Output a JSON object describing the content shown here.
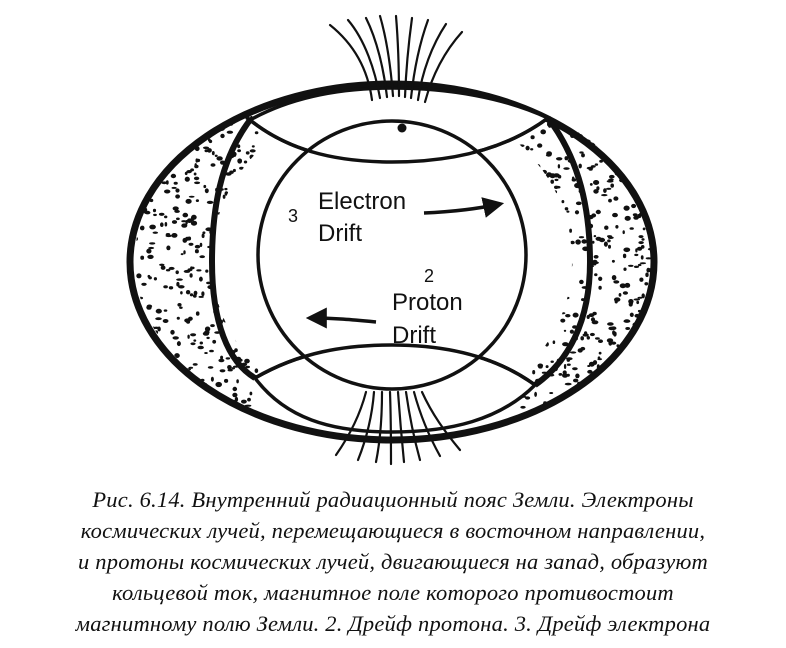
{
  "figure": {
    "label_3": "3",
    "electron_line1": "Electron",
    "electron_line2": "Drift",
    "label_2": "2",
    "proton_line1": "Proton",
    "proton_line2": "Drift"
  },
  "caption": {
    "lines": [
      "Рис. 6.14. Внутренний радиационный пояс Земли. Электроны",
      "космических лучей, перемещающиеся в восточном направлении,",
      "и протоны космических лучей, двигающиеся на запад, образуют",
      "кольцевой ток, магнитное поле которого противостоит",
      "магнитному полю Земли. 2. Дрейф протона. 3. Дрейф электрона"
    ]
  },
  "colors": {
    "ink": "#111111",
    "paper": "#ffffff"
  }
}
